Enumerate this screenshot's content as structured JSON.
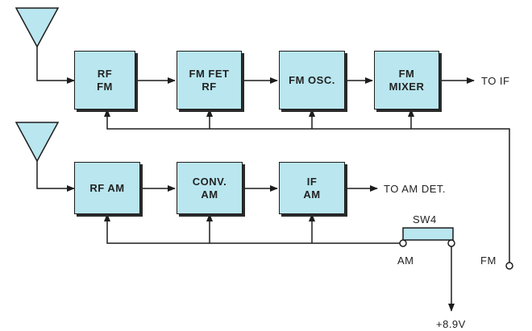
{
  "blocks": {
    "rf_fm": {
      "line1": "RF",
      "line2": "FM"
    },
    "fm_fet_rf": {
      "line1": "FM FET",
      "line2": "RF"
    },
    "fm_osc": {
      "line1": "FM OSC."
    },
    "fm_mixer": {
      "line1": "FM",
      "line2": "MIXER"
    },
    "rf_am": {
      "line1": "RF AM"
    },
    "conv_am": {
      "line1": "CONV.",
      "line2": "AM"
    },
    "if_am": {
      "line1": "IF",
      "line2": "AM"
    }
  },
  "outputs": {
    "fm": "TO IF",
    "am": "TO AM DET."
  },
  "switch": {
    "label": "SW4",
    "am_label": "AM",
    "fm_label": "FM"
  },
  "supply": {
    "label": "+8.9V"
  },
  "colors": {
    "block_fill": "#b9e6ef",
    "line": "#1d1d1d"
  }
}
